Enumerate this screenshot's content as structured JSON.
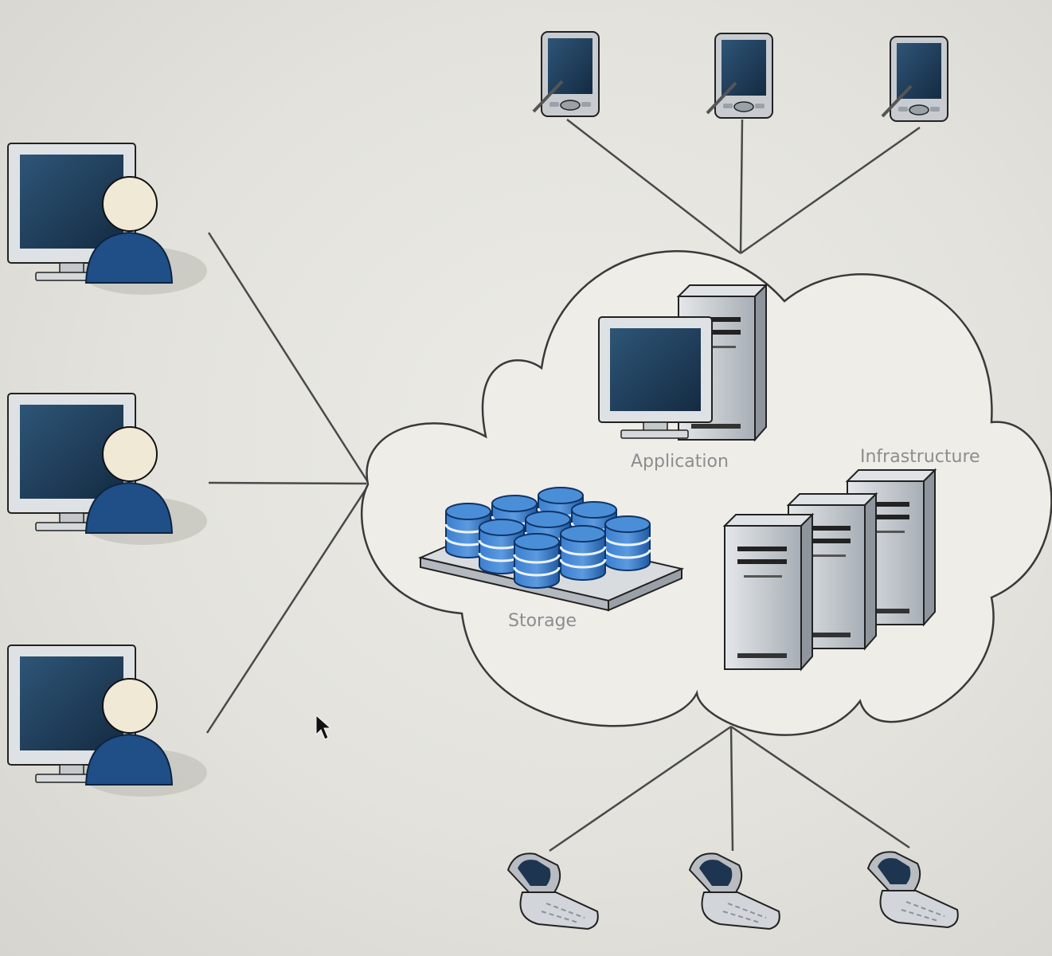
{
  "diagram": {
    "labels": {
      "application": "Application",
      "infrastructure": "Infrastructure",
      "storage": "Storage"
    },
    "colors": {
      "screen": "#1f3d5c",
      "person": "#1f4f86",
      "face": "#efe9d6",
      "database": "#2f6fbf",
      "server": "#c3c9cf",
      "line": "#4a4a4a"
    },
    "clients": {
      "desktop_users": 3,
      "tablets": 3,
      "phones": 3
    }
  }
}
